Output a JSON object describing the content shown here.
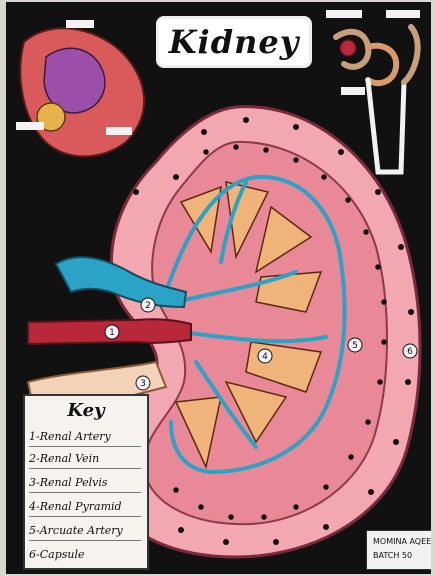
{
  "poster": {
    "title": "Kidney",
    "key": {
      "heading": "Key",
      "items": [
        "1-Renal Artery",
        "2-Renal Vein",
        "3-Renal Pelvis",
        "4-Renal Pyramid",
        "5-Arcuate Artery",
        "6-Capsule"
      ]
    },
    "markers": [
      "1",
      "2",
      "3",
      "4",
      "5",
      "6"
    ],
    "author": {
      "name": "MOMINA AQEE",
      "batch": "BATCH 50"
    }
  }
}
